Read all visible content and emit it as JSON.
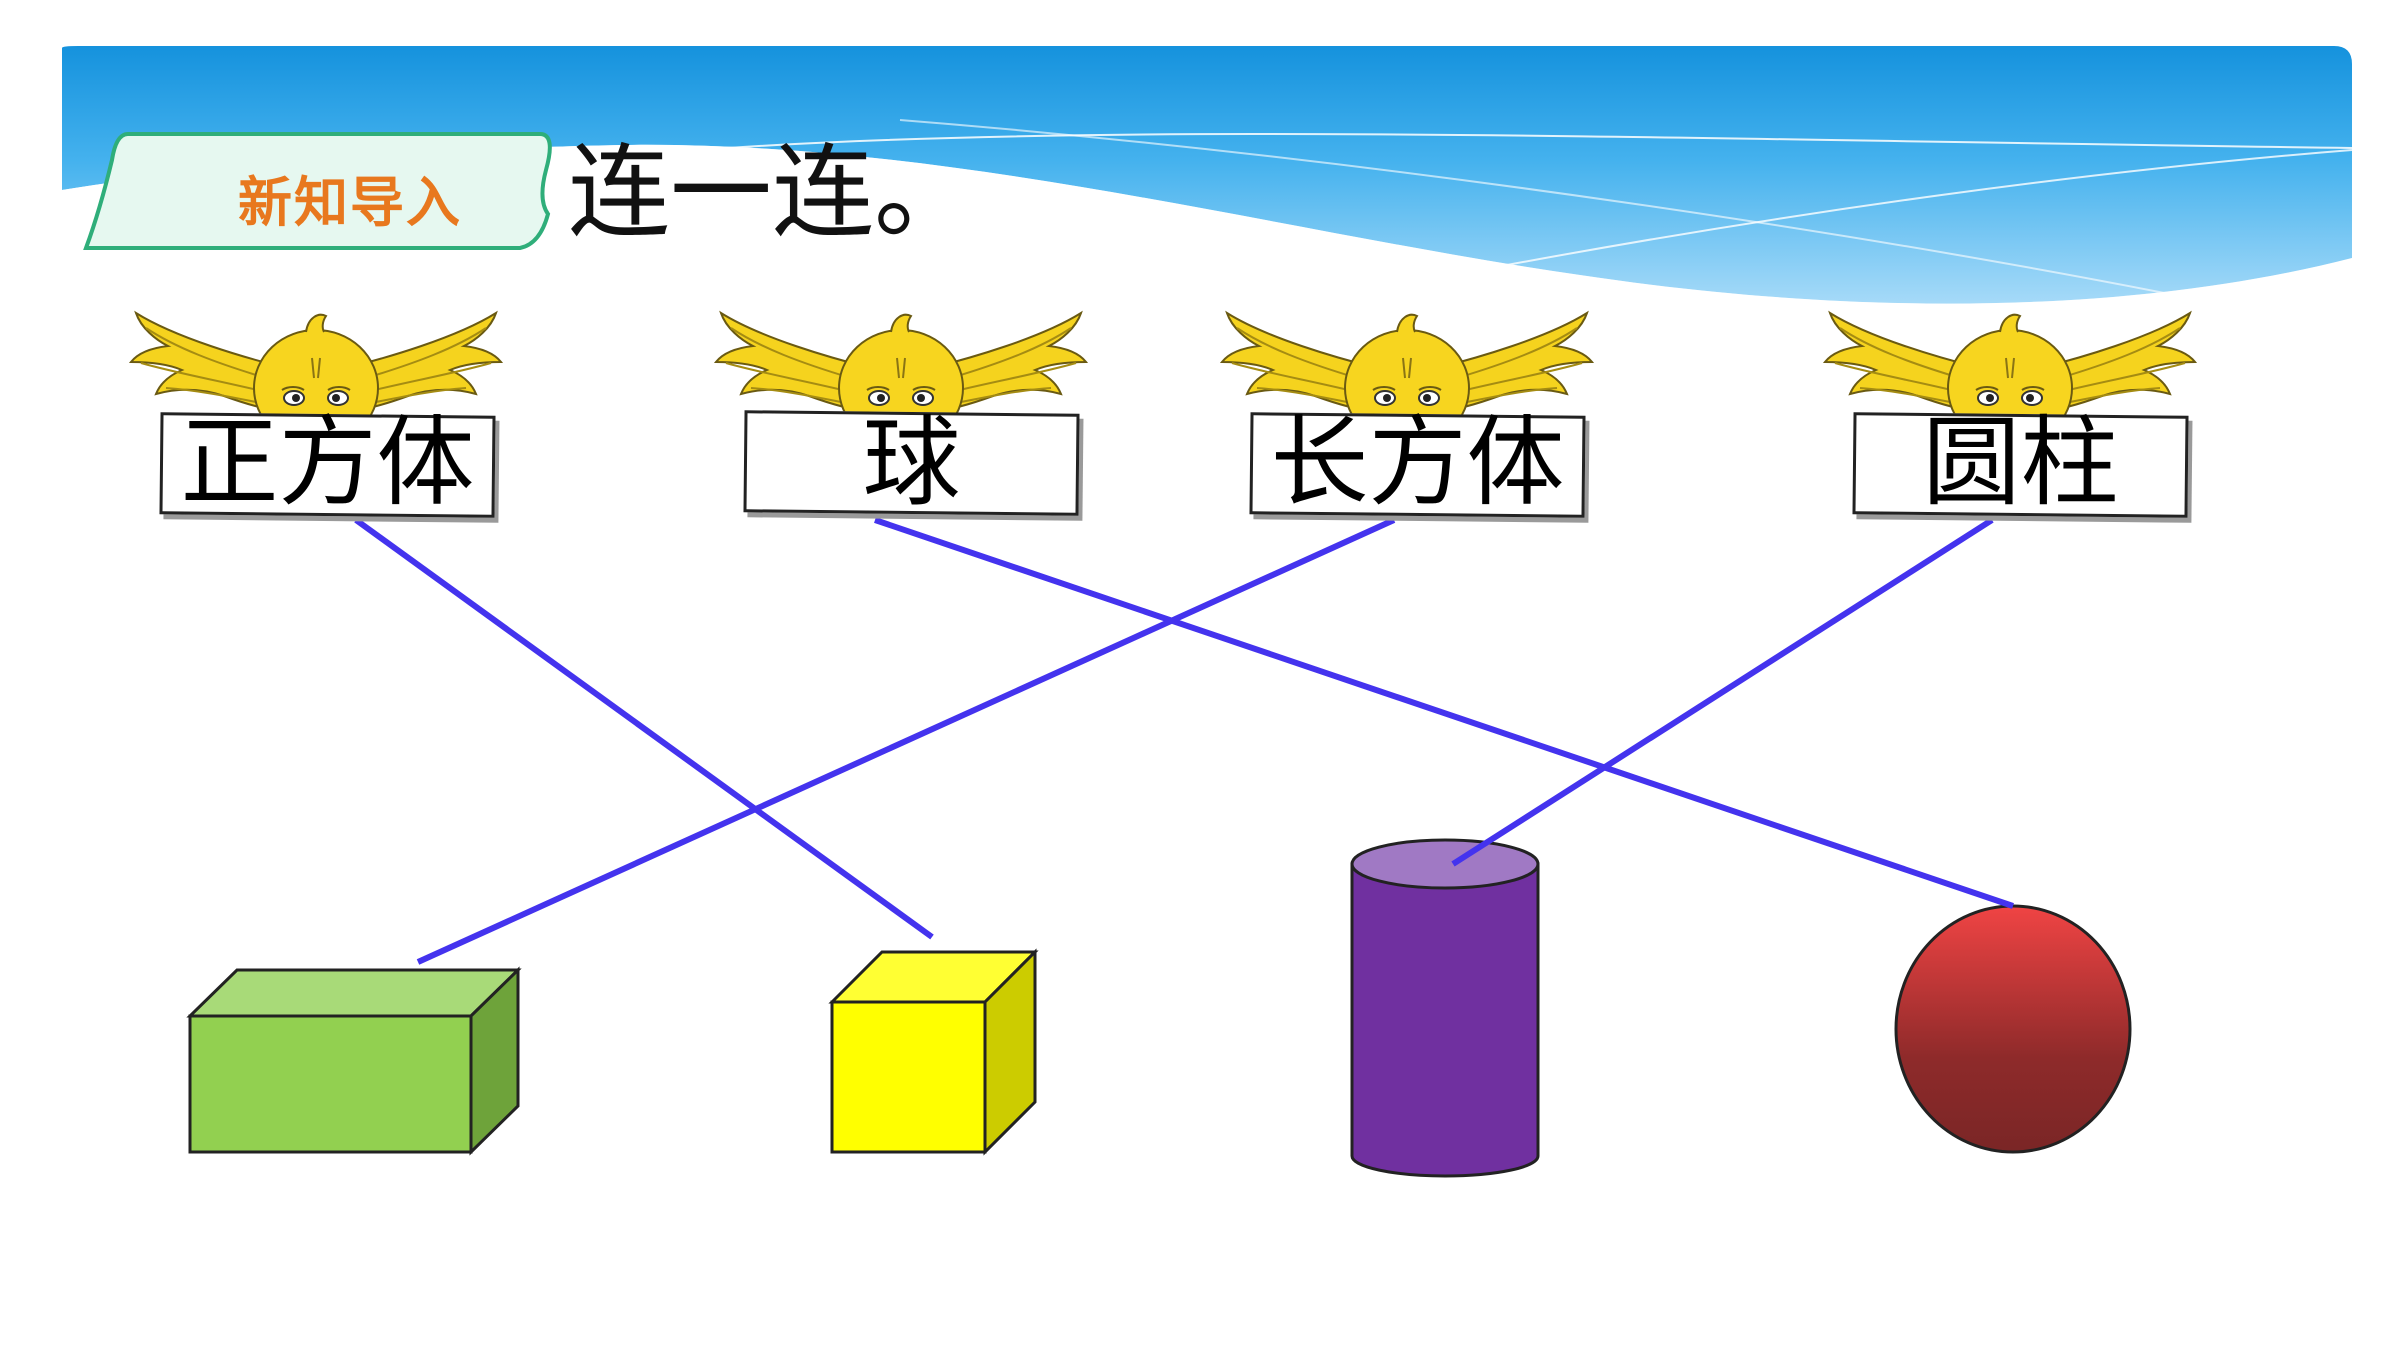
{
  "header": {
    "tab_label": "新知导入",
    "title": "连一连。"
  },
  "labels": [
    "正方体",
    "球",
    "长方体",
    "圆柱"
  ],
  "shapes": [
    "cuboid",
    "cube",
    "cylinder",
    "sphere"
  ],
  "connections": [
    {
      "label": "正方体",
      "shape": "cube"
    },
    {
      "label": "球",
      "shape": "sphere"
    },
    {
      "label": "长方体",
      "shape": "cuboid"
    },
    {
      "label": "圆柱",
      "shape": "cylinder"
    }
  ],
  "colors": {
    "header_blue": "#1e9ae0",
    "tab_border": "#2fae7a",
    "tab_fill": "#e6f8f0",
    "tab_text": "#e8781e",
    "line": "#4433ee",
    "cuboid": "#92d050",
    "cube": "#ffff00",
    "cylinder": "#7030a0",
    "sphere": "#c0392b",
    "duck": "#f5d31e"
  },
  "icons": [
    "duck-icon"
  ]
}
